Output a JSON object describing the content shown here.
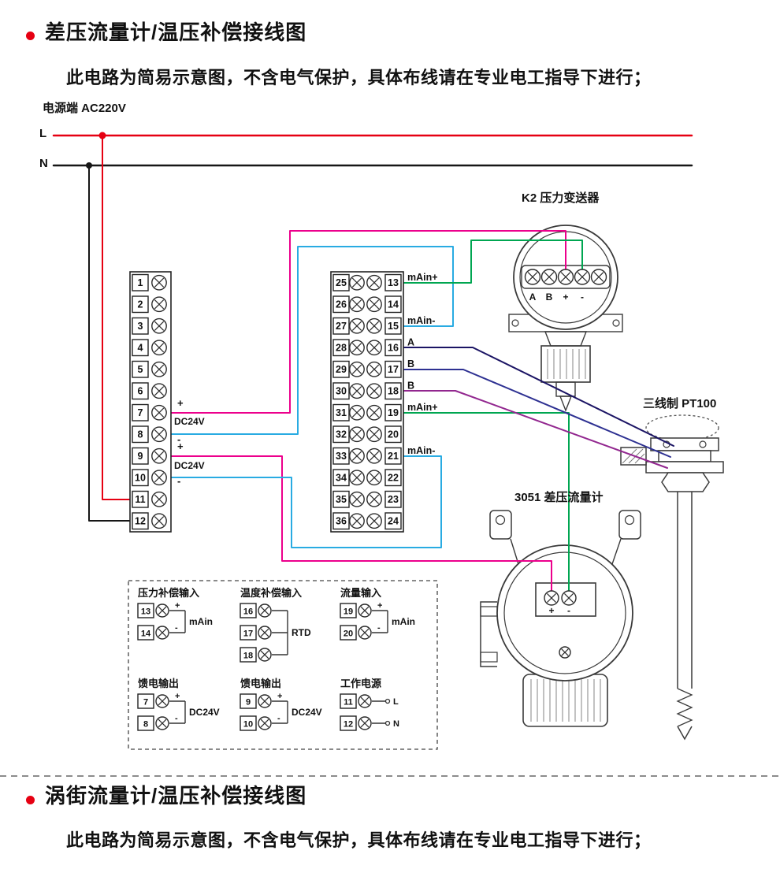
{
  "page": {
    "background": "#ffffff"
  },
  "sections": [
    {
      "title": "差压流量计/温压补偿接线图",
      "subtitle": "此电路为简易示意图，不含电气保护，具体布线请在专业电工指导下进行；"
    },
    {
      "title": "涡街流量计/温压补偿接线图",
      "subtitle": "此电路为简易示意图，不含电气保护，具体布线请在专业电工指导下进行；"
    }
  ],
  "power": {
    "label": "电源端 AC220V",
    "live": "L",
    "neutral": "N"
  },
  "left_block": {
    "terminals": [
      "1",
      "2",
      "3",
      "4",
      "5",
      "6",
      "7",
      "8",
      "9",
      "10",
      "11",
      "12"
    ],
    "dc1": {
      "plus": "+",
      "label": "DC24V",
      "minus": "-"
    },
    "dc2": {
      "plus": "+",
      "label": "DC24V",
      "minus": "-"
    }
  },
  "right_block": {
    "rows": [
      {
        "l": "25",
        "r": "13",
        "label": "mAin+"
      },
      {
        "l": "26",
        "r": "14",
        "label": ""
      },
      {
        "l": "27",
        "r": "15",
        "label": "mAin-"
      },
      {
        "l": "28",
        "r": "16",
        "label": "A"
      },
      {
        "l": "29",
        "r": "17",
        "label": "B"
      },
      {
        "l": "30",
        "r": "18",
        "label": "B"
      },
      {
        "l": "31",
        "r": "19",
        "label": "mAin+"
      },
      {
        "l": "32",
        "r": "20",
        "label": ""
      },
      {
        "l": "33",
        "r": "21",
        "label": "mAin-"
      },
      {
        "l": "34",
        "r": "22",
        "label": ""
      },
      {
        "l": "35",
        "r": "23",
        "label": ""
      },
      {
        "l": "36",
        "r": "24",
        "label": ""
      }
    ]
  },
  "devices": {
    "k2": {
      "label": "K2 压力变送器",
      "terminals": [
        "A",
        "B",
        "+",
        "-"
      ]
    },
    "flowmeter": {
      "label": "3051 差压流量计",
      "terminals": [
        "+",
        "-"
      ]
    },
    "pt100": {
      "label": "三线制 PT100"
    }
  },
  "legend": {
    "groups": [
      {
        "title": "压力补偿输入",
        "mid": "mAin",
        "rows": [
          {
            "n": "13",
            "s": "+"
          },
          {
            "n": "14",
            "s": "-"
          }
        ]
      },
      {
        "title": "温度补偿输入",
        "mid": "RTD",
        "rows": [
          {
            "n": "16",
            "s": ""
          },
          {
            "n": "17",
            "s": ""
          },
          {
            "n": "18",
            "s": ""
          }
        ]
      },
      {
        "title": "流量输入",
        "mid": "mAin",
        "rows": [
          {
            "n": "19",
            "s": "+"
          },
          {
            "n": "20",
            "s": "-"
          }
        ]
      },
      {
        "title": "馈电输出",
        "mid": "DC24V",
        "rows": [
          {
            "n": "7",
            "s": "+"
          },
          {
            "n": "8",
            "s": "-"
          }
        ]
      },
      {
        "title": "馈电输出",
        "mid": "DC24V",
        "rows": [
          {
            "n": "9",
            "s": "+"
          },
          {
            "n": "10",
            "s": "-"
          }
        ]
      },
      {
        "title": "工作电源",
        "mid": "",
        "rows": [
          {
            "n": "11",
            "s": "L"
          },
          {
            "n": "12",
            "s": "N"
          }
        ]
      }
    ]
  },
  "colors": {
    "live": "#e60012",
    "neutral": "#161616",
    "dc_plus": "#ec008c",
    "dc_minus": "#29abe2",
    "signal": "#00a651",
    "rtd_a": "#1b1464",
    "rtd_b": "#2e3192",
    "rtd_c": "#92278f"
  }
}
